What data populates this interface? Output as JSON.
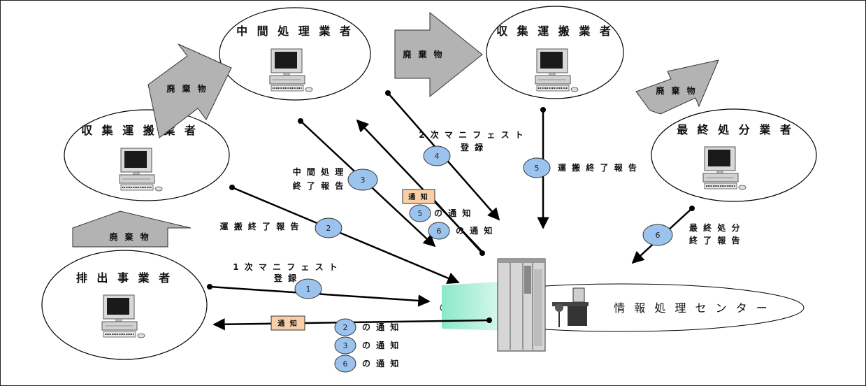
{
  "actors": {
    "intermediate": "中 間 処 理 業 者",
    "collector_top": "収 集 運 搬 業 者",
    "collector_left": "収 集 運 搬 業 者",
    "final_disposal": "最 終 処 分 業 者",
    "discharger": "排 出 事 業 者",
    "center": "情 報 処 理 セ ン タ ー"
  },
  "waste_arrows": {
    "top": "廃 棄 物",
    "upper_left": "廃 棄 物",
    "left": "廃 棄 物",
    "right": "廃 棄 物"
  },
  "steps": {
    "s1": {
      "num": "1",
      "line1": "1 次 マ ニ フ ェ ス ト",
      "line2": "登 録"
    },
    "s2": {
      "num": "2",
      "line1": "運 搬 終 了 報 告"
    },
    "s3": {
      "num": "3",
      "line1": "中 間 処 理",
      "line2": "終 了 報 告"
    },
    "s4": {
      "num": "4",
      "line1": "2 次 マ ニ フ ェ ス ト",
      "line2": "登 録"
    },
    "s5": {
      "num": "5",
      "line1": "運 搬 終 了 報 告"
    },
    "s6": {
      "num": "6",
      "line1": "最 終 処 分",
      "line2": "終 了 報 告"
    }
  },
  "notices": {
    "box_label": "通 知",
    "suffix": "の 通 知",
    "to_intermediate": [
      "5",
      "6"
    ],
    "to_discharger": [
      "2",
      "3",
      "6"
    ]
  },
  "colors": {
    "step_circle": "#9bc3ee",
    "notice_box": "#f8cfa6",
    "center_band": "#a8f0d6",
    "waste_arrow": "#b3b3b3"
  }
}
